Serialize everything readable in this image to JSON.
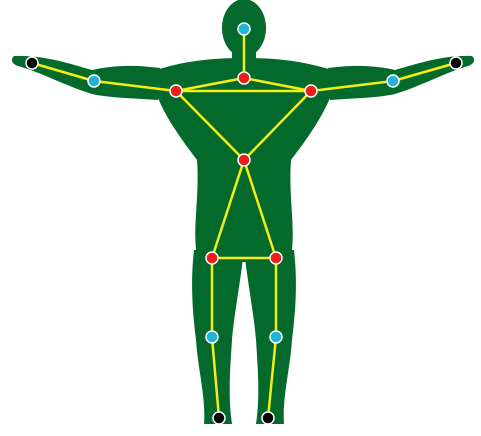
{
  "colors": {
    "background": "#ffffff",
    "body_fill": "#046a2c",
    "bone": "#f5ee12",
    "joint_outline": "#ffffff",
    "joint_types": {
      "head": "#22b4d6",
      "core": "#ea1f1c",
      "elbow": "#22b4d6",
      "knee": "#22b4d6",
      "end": "#000000"
    }
  },
  "figure": {
    "subject": "human-body-silhouette",
    "pose": "t-pose",
    "joints": [
      {
        "id": "head",
        "type": "head"
      },
      {
        "id": "neck",
        "type": "core"
      },
      {
        "id": "right-shoulder",
        "type": "core"
      },
      {
        "id": "left-shoulder",
        "type": "core"
      },
      {
        "id": "right-elbow",
        "type": "elbow"
      },
      {
        "id": "left-elbow",
        "type": "elbow"
      },
      {
        "id": "right-wrist",
        "type": "end"
      },
      {
        "id": "left-wrist",
        "type": "end"
      },
      {
        "id": "pelvis",
        "type": "core"
      },
      {
        "id": "right-hip",
        "type": "core"
      },
      {
        "id": "left-hip",
        "type": "core"
      },
      {
        "id": "right-knee",
        "type": "knee"
      },
      {
        "id": "left-knee",
        "type": "knee"
      },
      {
        "id": "right-ankle",
        "type": "end"
      },
      {
        "id": "left-ankle",
        "type": "end"
      }
    ],
    "bones": [
      [
        "head",
        "neck"
      ],
      [
        "neck",
        "right-shoulder"
      ],
      [
        "neck",
        "left-shoulder"
      ],
      [
        "right-shoulder",
        "left-shoulder"
      ],
      [
        "right-shoulder",
        "right-elbow"
      ],
      [
        "right-elbow",
        "right-wrist"
      ],
      [
        "left-shoulder",
        "left-elbow"
      ],
      [
        "left-elbow",
        "left-wrist"
      ],
      [
        "right-shoulder",
        "pelvis"
      ],
      [
        "left-shoulder",
        "pelvis"
      ],
      [
        "pelvis",
        "right-hip"
      ],
      [
        "pelvis",
        "left-hip"
      ],
      [
        "right-hip",
        "left-hip"
      ],
      [
        "right-hip",
        "right-knee"
      ],
      [
        "right-knee",
        "right-ankle"
      ],
      [
        "left-hip",
        "left-knee"
      ],
      [
        "left-knee",
        "left-ankle"
      ]
    ]
  }
}
